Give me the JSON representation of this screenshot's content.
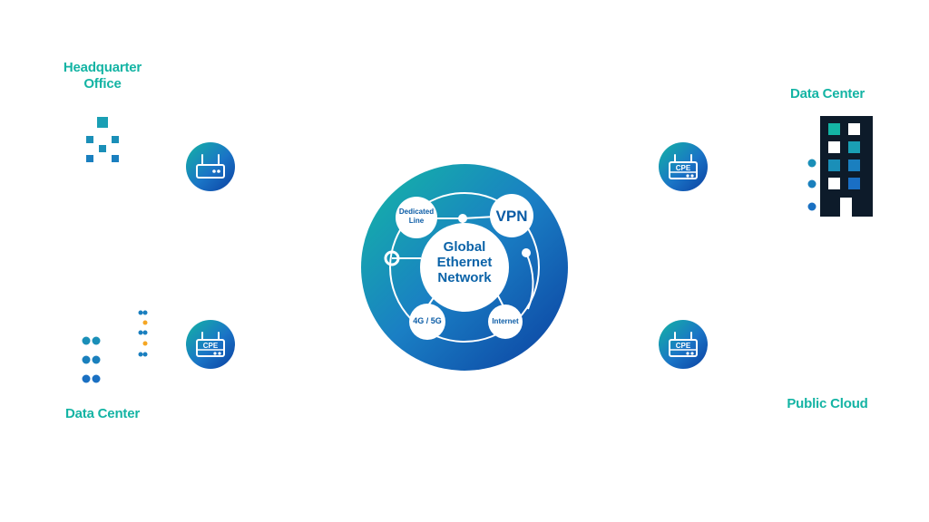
{
  "labels": {
    "hq_line1": "Headquarter",
    "hq_line2": "Office",
    "dc_left": "Data Center",
    "dc_right": "Data Center",
    "public_cloud": "Public Cloud"
  },
  "hub": {
    "line1": "Global",
    "line2": "Ethernet",
    "line3": "Network",
    "nodes": {
      "dedicated_line1": "Dedicated",
      "dedicated_line2": "Line",
      "vpn": "VPN",
      "mobile": "4G / 5G",
      "internet": "Internet"
    }
  },
  "cpe_label": "CPE",
  "colors": {
    "teal": "#14b4a4",
    "blue": "#1a74c6",
    "deep_blue": "#0b3fa0",
    "dark": "#0d1b2a",
    "orange": "#f5a623"
  }
}
